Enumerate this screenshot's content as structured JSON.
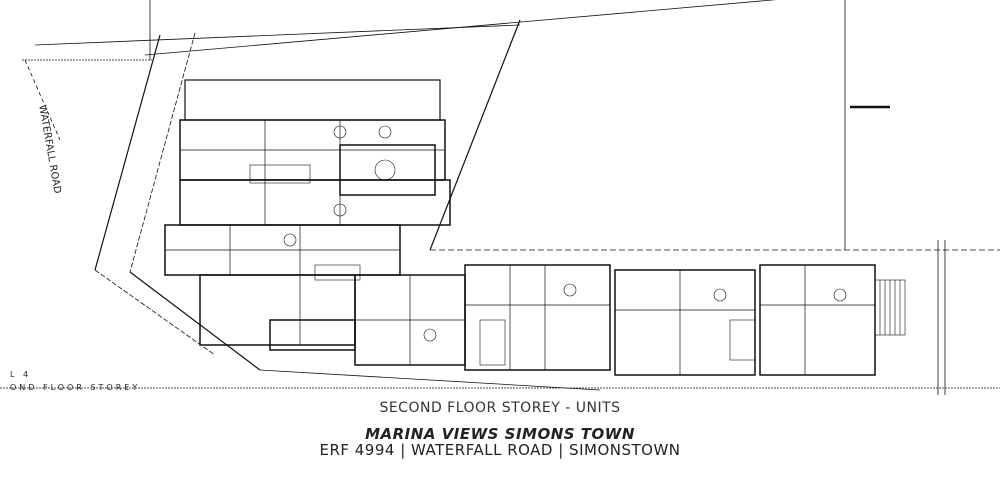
{
  "drawing": {
    "road_label": "WATERFALL ROAD",
    "level_label": "L 4",
    "storey_label_cropped": "OND FLOOR STOREY",
    "subtitle": "SECOND FLOOR STOREY - UNITS",
    "title": "MARINA VIEWS SIMONS TOWN",
    "address": "ERF 4994 | WATERFALL ROAD | SIMONSTOWN"
  }
}
